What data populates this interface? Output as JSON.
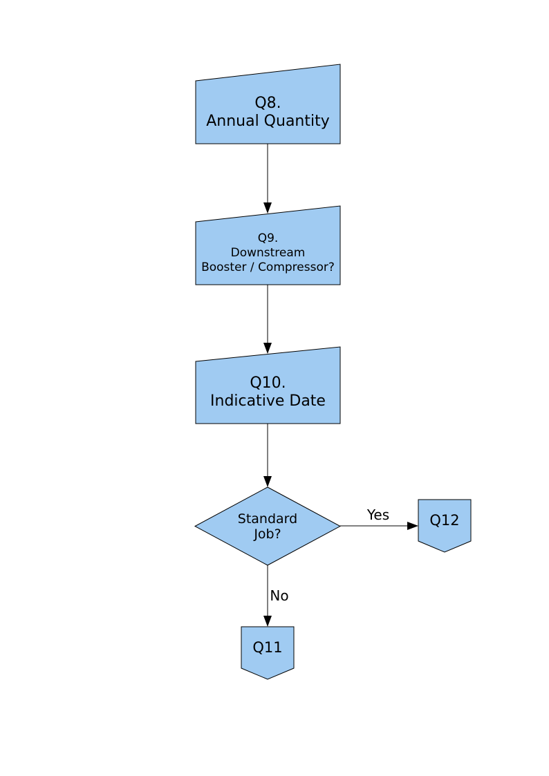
{
  "page": {
    "background": "#FFFFFF"
  },
  "flowchart": {
    "style": {
      "node_fill": "#A0CBF2",
      "node_border": "#000000",
      "connector_color": "#000000",
      "text_color": "#000000"
    },
    "nodes": [
      {
        "id": "q8",
        "shape": "manual-input",
        "text": "Q8.\nAnnual Quantity"
      },
      {
        "id": "q9",
        "shape": "manual-input",
        "text": "Q9.\nDownstream\nBooster / Compressor?"
      },
      {
        "id": "q10",
        "shape": "manual-input",
        "text": "Q10.\nIndicative Date"
      },
      {
        "id": "standard-job",
        "shape": "decision",
        "text": "Standard\nJob?"
      },
      {
        "id": "q12",
        "shape": "off-page-connector",
        "text": "Q12"
      },
      {
        "id": "q11",
        "shape": "off-page-connector",
        "text": "Q11"
      }
    ],
    "edges": [
      {
        "from": "q8",
        "to": "q9",
        "label": ""
      },
      {
        "from": "q9",
        "to": "q10",
        "label": ""
      },
      {
        "from": "q10",
        "to": "standard-job",
        "label": ""
      },
      {
        "from": "standard-job",
        "to": "q12",
        "label": "Yes"
      },
      {
        "from": "standard-job",
        "to": "q11",
        "label": "No"
      }
    ]
  }
}
